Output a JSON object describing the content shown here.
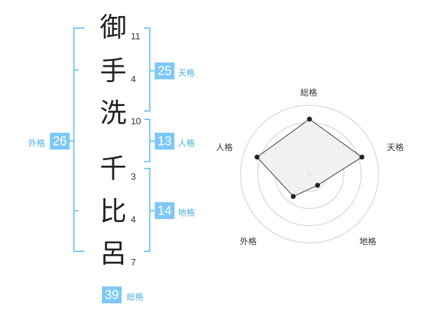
{
  "name": {
    "characters": [
      {
        "char": "御",
        "strokes": "11"
      },
      {
        "char": "手",
        "strokes": "4"
      },
      {
        "char": "洗",
        "strokes": "10"
      },
      {
        "char": "千",
        "strokes": "3"
      },
      {
        "char": "比",
        "strokes": "4"
      },
      {
        "char": "呂",
        "strokes": "7"
      }
    ]
  },
  "fortunes": {
    "tenkaku": {
      "value": "25",
      "label": "天格"
    },
    "jinkaku": {
      "value": "13",
      "label": "人格"
    },
    "chikaku": {
      "value": "14",
      "label": "地格"
    },
    "gaikaku": {
      "value": "26",
      "label": "外格"
    },
    "soukaku": {
      "value": "39",
      "label": "総格"
    }
  },
  "chart_data": {
    "type": "radar",
    "axes": [
      "総格",
      "天格",
      "地格",
      "外格",
      "人格"
    ],
    "values": [
      4,
      4,
      1,
      2,
      4
    ],
    "max": 5,
    "rings": 4
  },
  "colors": {
    "bracket": "#7cc8f6",
    "badge": "#7cc8f6",
    "radar_fill": "#f0f0f0",
    "radar_line": "#333333",
    "ring": "#cccccc"
  }
}
